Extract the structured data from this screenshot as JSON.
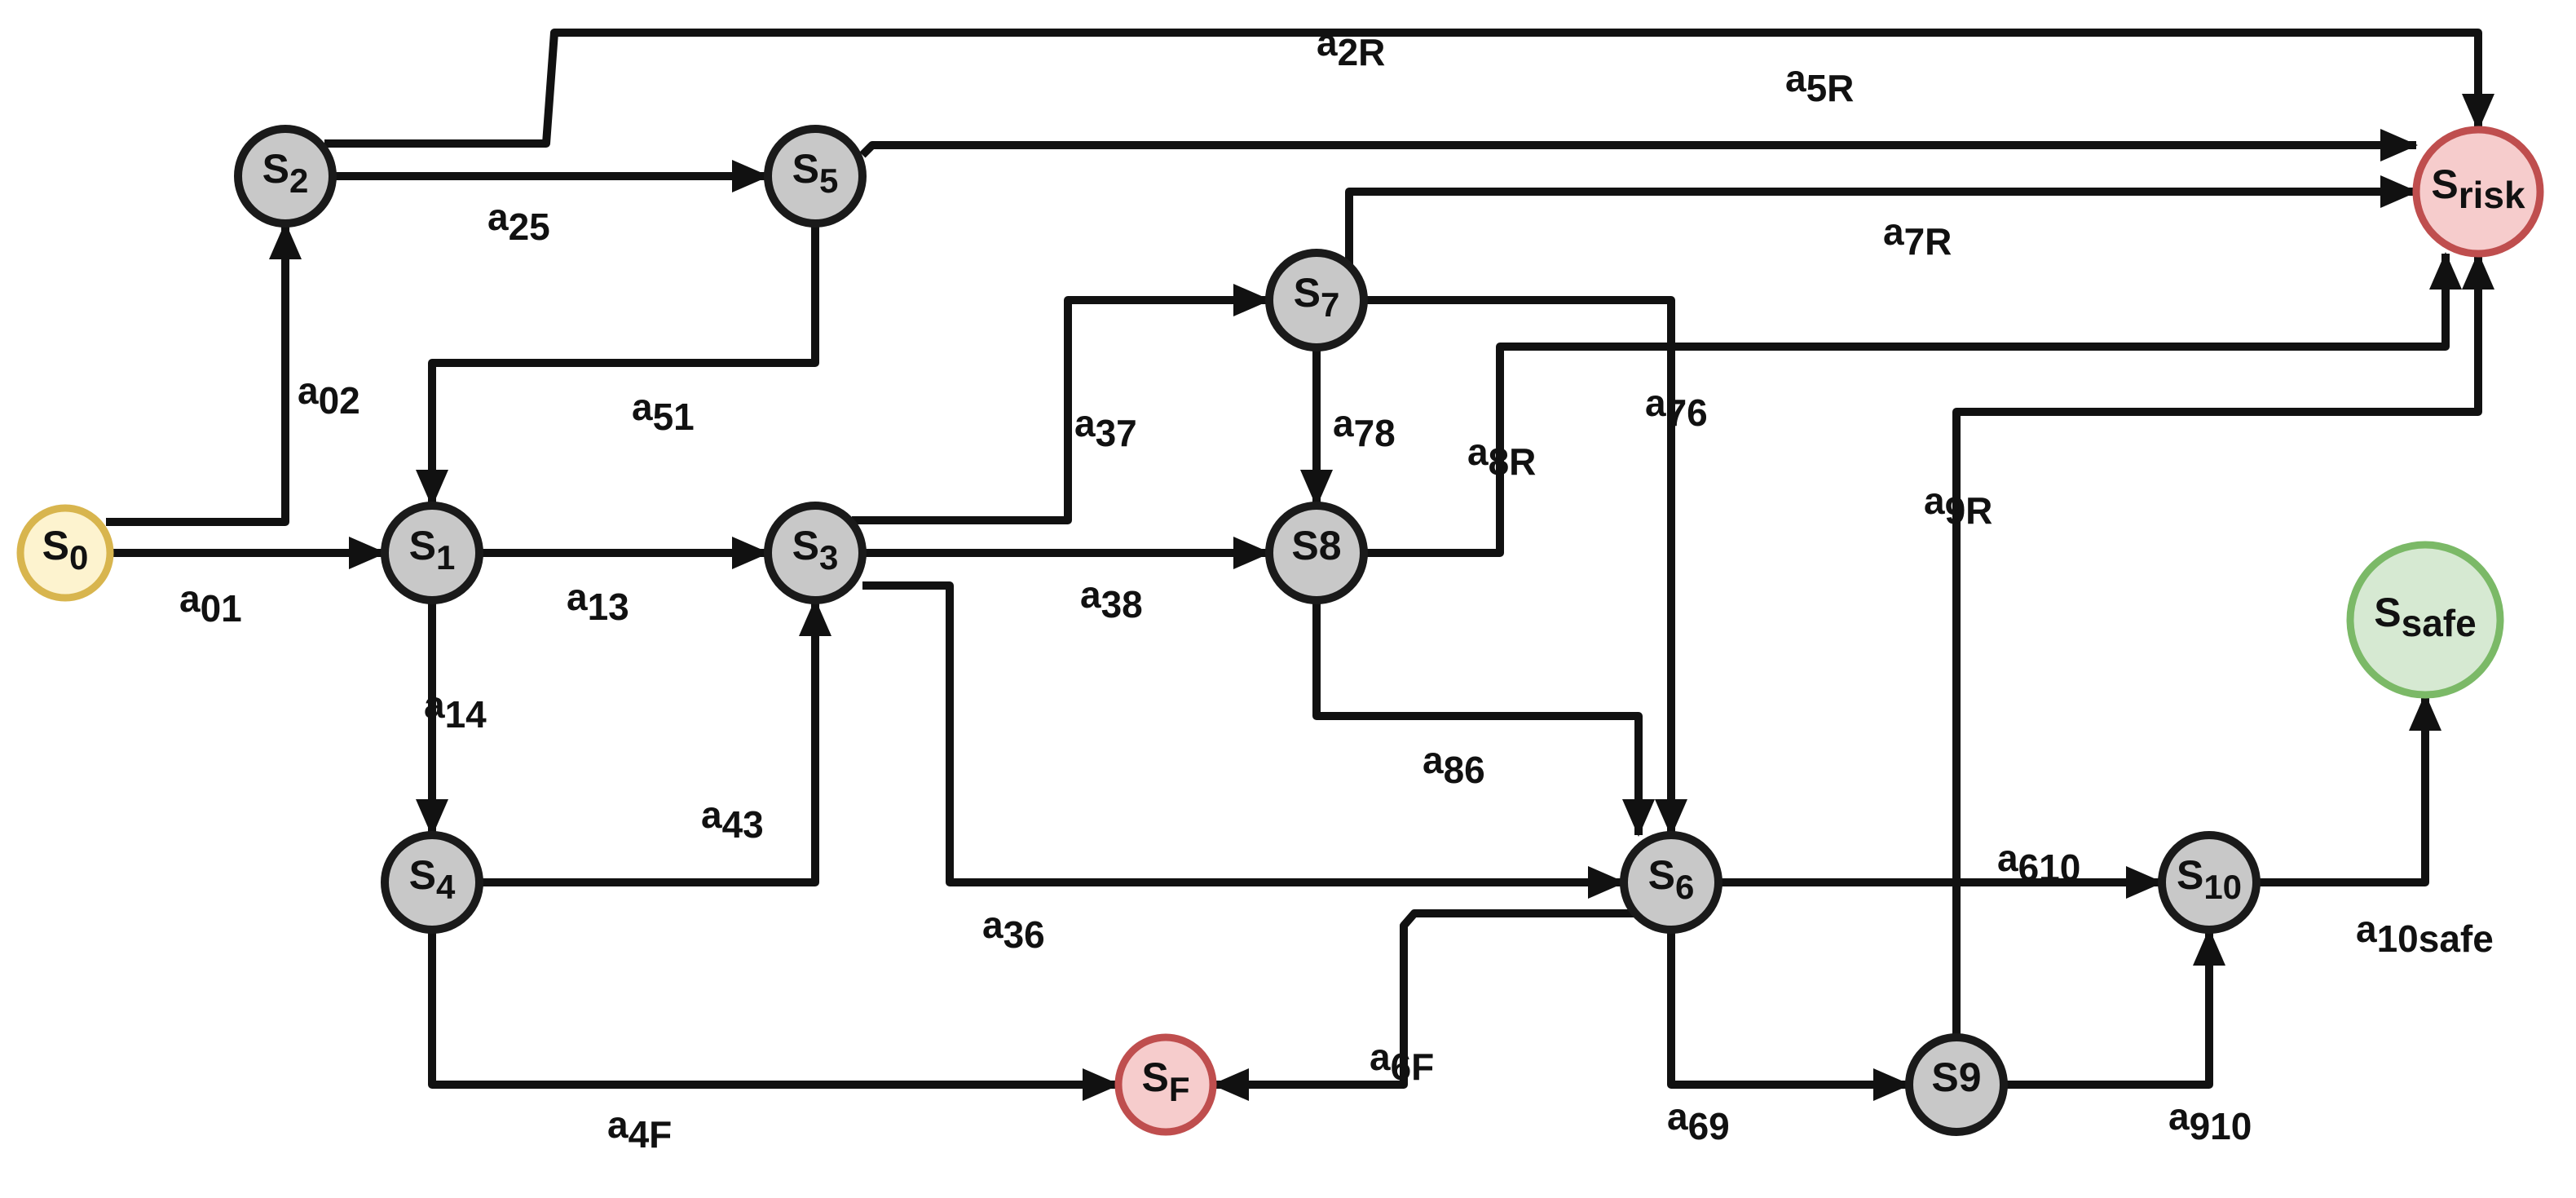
{
  "colors": {
    "edge": "#111111",
    "state_fill": "#c8c8c8",
    "state_stroke": "#1a1a1a",
    "start_fill": "#fdf3cf",
    "start_stroke": "#d8b54e",
    "risk_fill": "#f6cccc",
    "risk_stroke": "#bf4e4e",
    "safe_fill": "#d6e9d2",
    "safe_stroke": "#7bb967"
  },
  "nodes": [
    {
      "id": "S0",
      "base": "S",
      "sub": "0",
      "kind": "start"
    },
    {
      "id": "S1",
      "base": "S",
      "sub": "1",
      "kind": "state"
    },
    {
      "id": "S2",
      "base": "S",
      "sub": "2",
      "kind": "state"
    },
    {
      "id": "S3",
      "base": "S",
      "sub": "3",
      "kind": "state"
    },
    {
      "id": "S4",
      "base": "S",
      "sub": "4",
      "kind": "state"
    },
    {
      "id": "S5",
      "base": "S",
      "sub": "5",
      "kind": "state"
    },
    {
      "id": "S6",
      "base": "S",
      "sub": "6",
      "kind": "state"
    },
    {
      "id": "S7",
      "base": "S",
      "sub": "7",
      "kind": "state"
    },
    {
      "id": "S8",
      "base": "S8",
      "sub": "",
      "kind": "state"
    },
    {
      "id": "S9",
      "base": "S9",
      "sub": "",
      "kind": "state"
    },
    {
      "id": "S10",
      "base": "S",
      "sub": "10",
      "kind": "state"
    },
    {
      "id": "SF",
      "base": "S",
      "sub": "F",
      "kind": "fail"
    },
    {
      "id": "Srisk",
      "base": "S",
      "sub": "risk",
      "kind": "risk"
    },
    {
      "id": "Ssafe",
      "base": "S",
      "sub": "safe",
      "kind": "safe"
    }
  ],
  "edges": [
    {
      "id": "a01",
      "from": "S0",
      "to": "S1",
      "base": "a",
      "sub": "01"
    },
    {
      "id": "a02",
      "from": "S0",
      "to": "S2",
      "base": "a",
      "sub": "02"
    },
    {
      "id": "a13",
      "from": "S1",
      "to": "S3",
      "base": "a",
      "sub": "13"
    },
    {
      "id": "a14",
      "from": "S1",
      "to": "S4",
      "base": "a",
      "sub": "14"
    },
    {
      "id": "a25",
      "from": "S2",
      "to": "S5",
      "base": "a",
      "sub": "25"
    },
    {
      "id": "a2R",
      "from": "S2",
      "to": "Srisk",
      "base": "a",
      "sub": "2R"
    },
    {
      "id": "a51",
      "from": "S5",
      "to": "S1",
      "base": "a",
      "sub": "51"
    },
    {
      "id": "a5R",
      "from": "S5",
      "to": "Srisk",
      "base": "a",
      "sub": "5R"
    },
    {
      "id": "a37",
      "from": "S3",
      "to": "S7",
      "base": "a",
      "sub": "37"
    },
    {
      "id": "a38",
      "from": "S3",
      "to": "S8",
      "base": "a",
      "sub": "38"
    },
    {
      "id": "a36",
      "from": "S3",
      "to": "S6",
      "base": "a",
      "sub": "36"
    },
    {
      "id": "a43",
      "from": "S4",
      "to": "S3",
      "base": "a",
      "sub": "43"
    },
    {
      "id": "a4F",
      "from": "S4",
      "to": "SF",
      "base": "a",
      "sub": "4F"
    },
    {
      "id": "a78",
      "from": "S7",
      "to": "S8",
      "base": "a",
      "sub": "78"
    },
    {
      "id": "a76",
      "from": "S7",
      "to": "S6",
      "base": "a",
      "sub": "76"
    },
    {
      "id": "a7R",
      "from": "S7",
      "to": "Srisk",
      "base": "a",
      "sub": "7R"
    },
    {
      "id": "a8R",
      "from": "S8",
      "to": "Srisk",
      "base": "a",
      "sub": "8R"
    },
    {
      "id": "a86",
      "from": "S8",
      "to": "S6",
      "base": "a",
      "sub": "86"
    },
    {
      "id": "a610",
      "from": "S6",
      "to": "S10",
      "base": "a",
      "sub": "610"
    },
    {
      "id": "a69",
      "from": "S6",
      "to": "S9",
      "base": "a",
      "sub": "69"
    },
    {
      "id": "a6F",
      "from": "S6",
      "to": "SF",
      "base": "a",
      "sub": "6F"
    },
    {
      "id": "a9R",
      "from": "S9",
      "to": "Srisk",
      "base": "a",
      "sub": "9R"
    },
    {
      "id": "a910",
      "from": "S9",
      "to": "S10",
      "base": "a",
      "sub": "910"
    },
    {
      "id": "a10safe",
      "from": "S10",
      "to": "Ssafe",
      "base": "a",
      "sub": "10safe"
    }
  ]
}
